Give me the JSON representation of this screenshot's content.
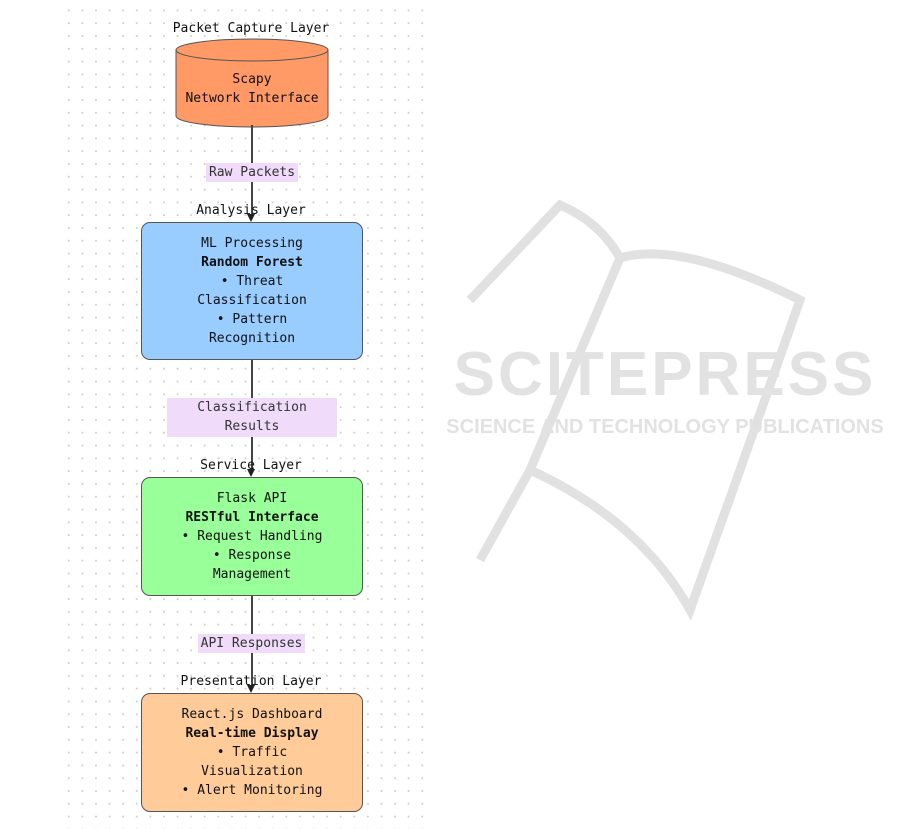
{
  "diagram": {
    "layers": [
      {
        "label": "Packet Capture Layer",
        "node": {
          "shape": "cylinder",
          "lines": [
            "Scapy",
            "Network Interface"
          ],
          "fill": "#ff9966"
        }
      },
      {
        "label": "Analysis Layer",
        "node": {
          "shape": "rounded-rect",
          "title": "ML Processing",
          "subtitle": "Random Forest",
          "lines": [
            "• Threat",
            "Classification",
            "• Pattern",
            "Recognition"
          ],
          "fill": "#99ccff"
        }
      },
      {
        "label": "Service Layer",
        "node": {
          "shape": "rounded-rect",
          "title": "Flask API",
          "subtitle": "RESTful Interface",
          "lines": [
            "• Request Handling",
            "• Response",
            "Management"
          ],
          "fill": "#99ff99"
        }
      },
      {
        "label": "Presentation Layer",
        "node": {
          "shape": "rounded-rect",
          "title": "React.js Dashboard",
          "subtitle": "Real-time Display",
          "lines": [
            "• Traffic",
            "Visualization",
            "• Alert Monitoring"
          ],
          "fill": "#ffcc99"
        }
      }
    ],
    "edges": [
      {
        "from": "Packet Capture Layer",
        "to": "Analysis Layer",
        "label": "Raw Packets"
      },
      {
        "from": "Analysis Layer",
        "to": "Service Layer",
        "label_lines": [
          "Classification",
          "Results"
        ]
      },
      {
        "from": "Service Layer",
        "to": "Presentation Layer",
        "label": "API Responses"
      }
    ],
    "edge_label_fill": "#f0dcfa"
  },
  "watermark": {
    "line1": "SCITEPRESS",
    "line2": "SCIENCE AND TECHNOLOGY PUBLICATIONS"
  }
}
